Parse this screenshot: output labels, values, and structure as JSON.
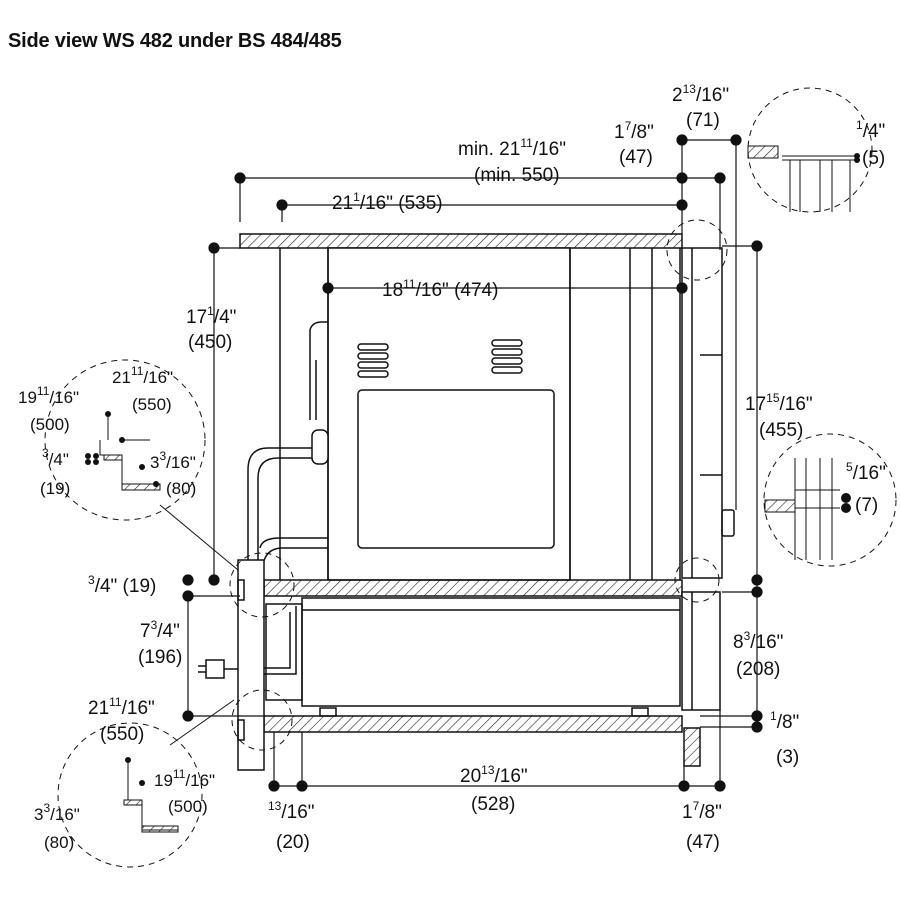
{
  "title": "Side view WS 482 under BS 484/485",
  "dimensions": {
    "min_depth_in_whole": "min. 21",
    "min_depth_in_num": "11",
    "min_depth_in_den": "/16\"",
    "min_depth_mm": "(min. 550)",
    "depth_535_whole": "21",
    "depth_535_num": "1",
    "depth_535_den": "/16\"",
    "depth_535_mm": "(535)",
    "d71_whole": "2",
    "d71_num": "13",
    "d71_den": "/16\"",
    "d71_mm": "(71)",
    "d47top_whole": "1",
    "d47top_num": "7",
    "d47top_den": "/8\"",
    "d47top_mm": "(47)",
    "d474_whole": "18",
    "d474_num": "11",
    "d474_den": "/16\"",
    "d474_mm": "(474)",
    "d450_whole": "17",
    "d450_num": "1",
    "d450_den": "/4\"",
    "d450_mm": "(450)",
    "d455_whole": "17",
    "d455_num": "15",
    "d455_den": "/16\"",
    "d455_mm": "(455)",
    "d19_num": "3",
    "d19_den": "/4\" (19)",
    "d196_whole": "7",
    "d196_num": "3",
    "d196_den": "/4\"",
    "d196_mm": "(196)",
    "d550b_whole": "21",
    "d550b_num": "11",
    "d550b_den": "/16\"",
    "d550b_mm": "(550)",
    "d208_whole": "8",
    "d208_num": "3",
    "d208_den": "/16\"",
    "d208_mm": "(208)",
    "d3_num": "1",
    "d3_den": "/8\"",
    "d3_mm": "(3)",
    "d528_whole": "20",
    "d528_num": "13",
    "d528_den": "/16\"",
    "d528_mm": "(528)",
    "d20_num": "13",
    "d20_den": "/16\"",
    "d20_mm": "(20)",
    "d47bot_whole": "1",
    "d47bot_num": "7",
    "d47bot_den": "/8\"",
    "d47bot_mm": "(47)"
  },
  "detail_top_right": {
    "num": "1",
    "den": "/4\"",
    "mm": "(5)"
  },
  "detail_mid_right": {
    "num": "5",
    "den": "/16\"",
    "mm": "(7)"
  },
  "detail_left": {
    "a_whole": "21",
    "a_num": "11",
    "a_den": "/16\"",
    "a_mm": "(550)",
    "b_whole": "19",
    "b_num": "11",
    "b_den": "/16\"",
    "b_mm": "(500)",
    "c_num": "3",
    "c_den": "/4\"",
    "c_mm": "(19)",
    "d_whole": "3",
    "d_num": "3",
    "d_den": "/16\"",
    "d_mm": "(80)"
  },
  "detail_bottom_left": {
    "a_whole": "19",
    "a_num": "11",
    "a_den": "/16\"",
    "a_mm": "(500)",
    "b_whole": "3",
    "b_num": "3",
    "b_den": "/16\"",
    "b_mm": "(80)"
  }
}
